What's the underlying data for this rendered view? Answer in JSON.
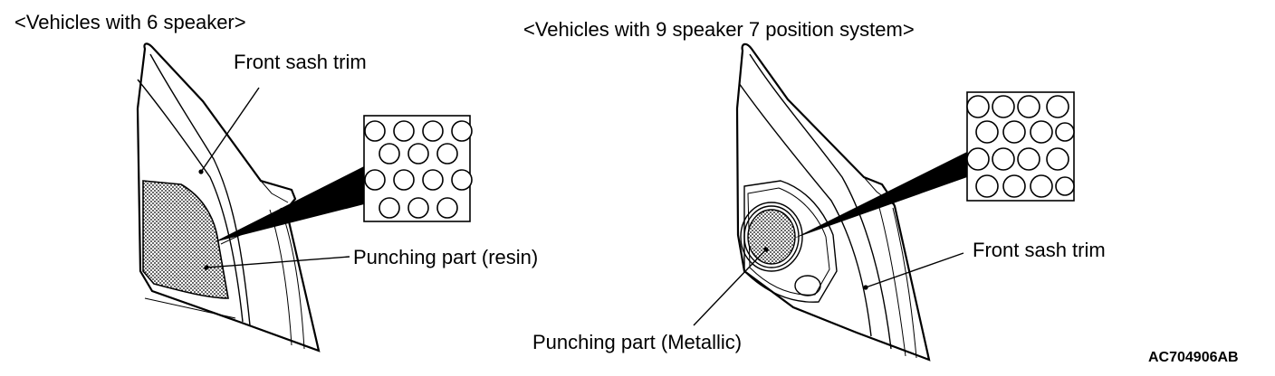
{
  "left_panel": {
    "heading": "<Vehicles with 6 speaker>",
    "trim_label": "Front sash trim",
    "punching_label": "Punching part (resin)"
  },
  "right_panel": {
    "heading": "<Vehicles with 9 speaker 7 position system>",
    "trim_label": "Front sash trim",
    "punching_label": "Punching part (Metallic)"
  },
  "figure_code": "AC704906AB"
}
